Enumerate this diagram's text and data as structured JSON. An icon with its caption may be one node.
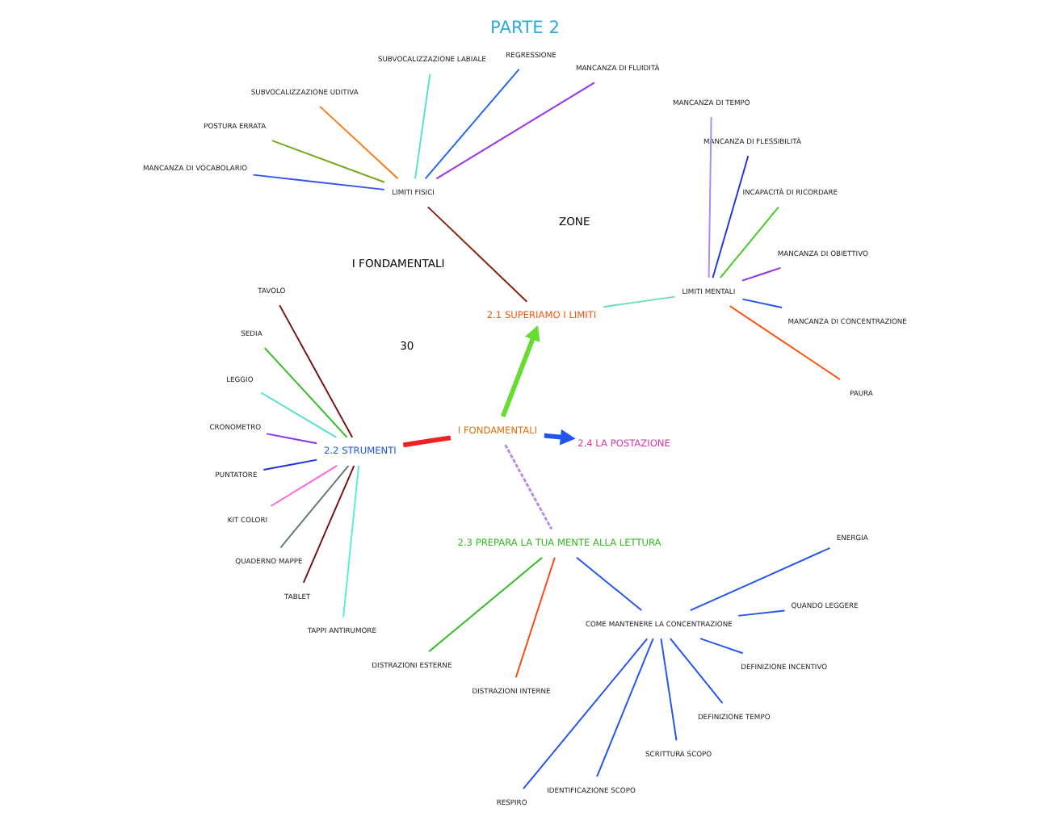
{
  "diagram": {
    "title": "PARTE 2",
    "nodes": [
      {
        "text": [
          "I FONDAMENTALI"
        ]
      },
      {
        "text": [
          "2.1 SUPERIAMO I LIMITI"
        ]
      },
      {
        "text": [
          "LIMITI MENTALI"
        ]
      },
      {
        "text": [
          "PAURA"
        ]
      },
      {
        "text": [
          "MANCANZA DI CONCENTRAZIONE"
        ]
      },
      {
        "text": [
          "MANCANZA DI OBIETTIVO"
        ]
      },
      {
        "text": [
          "INCAPACITÀ DI RICORDARE"
        ]
      },
      {
        "text": [
          "MANCANZA DI FLESSIBILITÀ"
        ]
      },
      {
        "text": [
          "MANCANZA DI TEMPO"
        ]
      },
      {
        "text": [
          "LIMITI FISICI"
        ]
      },
      {
        "text": [
          "MANCANZA DI FLUIDITÀ"
        ]
      },
      {
        "text": [
          "REGRESSIONE"
        ]
      },
      {
        "text": [
          "SUBVOCALIZZAZIONE LABIALE"
        ]
      },
      {
        "text": [
          "SUBVOCALIZZAZIONE UDITIVA"
        ]
      },
      {
        "text": [
          "POSTURA ERRATA"
        ]
      },
      {
        "text": [
          "MANCANZA DI VOCABOLARIO"
        ]
      },
      {
        "text": [
          "2.2 STRUMENTI"
        ]
      },
      {
        "text": [
          "TAVOLO"
        ]
      },
      {
        "text": [
          "SEDIA"
        ]
      },
      {
        "text": [
          "LEGGIO"
        ]
      },
      {
        "text": [
          "CRONOMETRO"
        ]
      },
      {
        "text": [
          "PUNTATORE"
        ]
      },
      {
        "text": [
          "KIT COLORI"
        ]
      },
      {
        "text": [
          "QUADERNO MAPPE"
        ]
      },
      {
        "text": [
          "TABLET"
        ]
      },
      {
        "text": [
          "TAPPI ANTIRUMORE"
        ]
      },
      {
        "text": [
          "2.3 PREPARA LA TUA MENTE ALLA LETTURA"
        ]
      },
      {
        "text": [
          "DISTRAZIONI ESTERNE"
        ]
      },
      {
        "text": [
          "DISTRAZIONI INTERNE"
        ]
      },
      {
        "text": [
          "COME MANTENERE LA CONCENTRAZIONE"
        ]
      },
      {
        "text": [
          "RESPIRO"
        ]
      },
      {
        "text": [
          "IDENTIFICAZIONE SCOPO"
        ]
      },
      {
        "text": [
          "SCRITTURA SCOPO"
        ]
      },
      {
        "text": [
          "DEFINIZIONE TEMPO"
        ]
      },
      {
        "text": [
          "DEFINIZIONE INCENTIVO"
        ]
      },
      {
        "text": [
          "QUANDO LEGGERE"
        ]
      },
      {
        "text": [
          "ENERGIA"
        ]
      },
      {
        "text": [
          "2.4 LA POSTAZIONE"
        ]
      }
    ],
    "edges": [
      {
        "from": 0,
        "to": 1,
        "arrow": "to",
        "style": "thick",
        "color": "#66dd33"
      },
      {
        "from": 1,
        "to": 2,
        "arrow": "none",
        "color": "#66e0b0"
      },
      {
        "from": 2,
        "to": 3,
        "arrow": "none",
        "color": "#ff5511"
      },
      {
        "from": 2,
        "to": 4,
        "arrow": "none",
        "color": "#2255ee"
      },
      {
        "from": 2,
        "to": 5,
        "arrow": "none",
        "color": "#8833ee"
      },
      {
        "from": 2,
        "to": 6,
        "arrow": "none",
        "color": "#44cc22"
      },
      {
        "from": 2,
        "to": 7,
        "arrow": "none",
        "color": "#2233dd"
      },
      {
        "from": 2,
        "to": 8,
        "arrow": "none",
        "color": "#aa88ff"
      },
      {
        "from": 1,
        "to": 9,
        "arrow": "none",
        "color": "#882211"
      },
      {
        "from": 9,
        "to": 10,
        "arrow": "none",
        "color": "#9933ee"
      },
      {
        "from": 9,
        "to": 11,
        "arrow": "none",
        "color": "#2266ee"
      },
      {
        "from": 9,
        "to": 12,
        "arrow": "none",
        "color": "#55e0d0"
      },
      {
        "from": 9,
        "to": 13,
        "arrow": "none",
        "color": "#ff7711"
      },
      {
        "from": 9,
        "to": 14,
        "arrow": "none",
        "color": "#77aa22"
      },
      {
        "from": 9,
        "to": 15,
        "arrow": "none",
        "color": "#3355ee"
      },
      {
        "from": 0,
        "to": 16,
        "arrow": "none",
        "style": "thick",
        "color": "#ee2222"
      },
      {
        "from": 16,
        "to": 17,
        "arrow": "none",
        "color": "#771111"
      },
      {
        "from": 16,
        "to": 18,
        "arrow": "none",
        "color": "#33bb22"
      },
      {
        "from": 16,
        "to": 19,
        "arrow": "none",
        "color": "#55e0d0"
      },
      {
        "from": 16,
        "to": 20,
        "arrow": "none",
        "color": "#8833ee"
      },
      {
        "from": 16,
        "to": 21,
        "arrow": "none",
        "color": "#2233dd"
      },
      {
        "from": 16,
        "to": 22,
        "arrow": "none",
        "color": "#ff66dd"
      },
      {
        "from": 16,
        "to": 23,
        "arrow": "none",
        "color": "#667777"
      },
      {
        "from": 16,
        "to": 24,
        "arrow": "none",
        "color": "#771111"
      },
      {
        "from": 16,
        "to": 25,
        "arrow": "none",
        "color": "#55eedd"
      },
      {
        "from": 0,
        "to": 26,
        "arrow": "none",
        "style": "dashed",
        "color": "#bb88ee"
      },
      {
        "from": 26,
        "to": 27,
        "arrow": "none",
        "color": "#33bb22"
      },
      {
        "from": 26,
        "to": 28,
        "arrow": "none",
        "color": "#ff4411"
      },
      {
        "from": 26,
        "to": 29,
        "arrow": "none",
        "color": "#2255ee"
      },
      {
        "from": 29,
        "to": 30,
        "arrow": "none",
        "color": "#2255ee"
      },
      {
        "from": 29,
        "to": 31,
        "arrow": "none",
        "color": "#2255ee"
      },
      {
        "from": 29,
        "to": 32,
        "arrow": "none",
        "color": "#2255ee"
      },
      {
        "from": 29,
        "to": 33,
        "arrow": "none",
        "color": "#2255ee"
      },
      {
        "from": 29,
        "to": 34,
        "arrow": "none",
        "color": "#2255ee"
      },
      {
        "from": 29,
        "to": 35,
        "arrow": "none",
        "color": "#2255ee"
      },
      {
        "from": 29,
        "to": 36,
        "arrow": "none",
        "color": "#2255ee"
      },
      {
        "from": 0,
        "to": 37,
        "arrow": "to",
        "style": "thick",
        "color": "#2255ee"
      }
    ],
    "labels": [
      "I FONDAMENTALI",
      "30",
      "ZONE"
    ]
  }
}
